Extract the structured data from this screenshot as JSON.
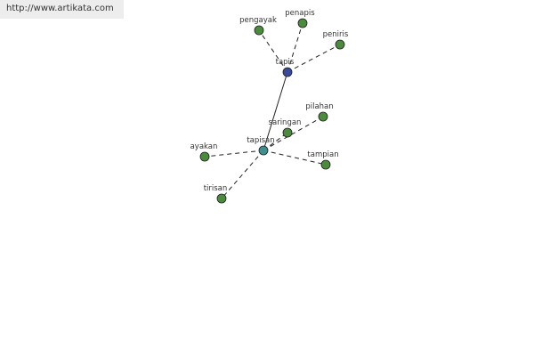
{
  "header": {
    "url": "http://www.artikata.com"
  },
  "graph": {
    "nodes": [
      {
        "id": "tapis",
        "label": "tapis",
        "kind": "hub-primary",
        "color": "#3a4a9a"
      },
      {
        "id": "tapisan",
        "label": "tapisan",
        "kind": "hub-secondary",
        "color": "#3f8f8e"
      },
      {
        "id": "pengayak",
        "label": "pengayak",
        "kind": "leaf",
        "color": "#4c8a3e"
      },
      {
        "id": "penapis",
        "label": "penapis",
        "kind": "leaf",
        "color": "#4c8a3e"
      },
      {
        "id": "peniris",
        "label": "peniris",
        "kind": "leaf",
        "color": "#4c8a3e"
      },
      {
        "id": "pilahan",
        "label": "pilahan",
        "kind": "leaf",
        "color": "#4c8a3e"
      },
      {
        "id": "saringan",
        "label": "saringan",
        "kind": "leaf",
        "color": "#4c8a3e"
      },
      {
        "id": "ayakan",
        "label": "ayakan",
        "kind": "leaf",
        "color": "#4c8a3e"
      },
      {
        "id": "tampian",
        "label": "tampian",
        "kind": "leaf",
        "color": "#4c8a3e"
      },
      {
        "id": "tirisan",
        "label": "tirisan",
        "kind": "leaf",
        "color": "#4c8a3e"
      }
    ],
    "edges": [
      {
        "from": "tapis",
        "to": "tapisan",
        "style": "solid"
      },
      {
        "from": "tapis",
        "to": "pengayak",
        "style": "dashed"
      },
      {
        "from": "tapis",
        "to": "penapis",
        "style": "dashed"
      },
      {
        "from": "tapis",
        "to": "peniris",
        "style": "dashed"
      },
      {
        "from": "tapisan",
        "to": "pilahan",
        "style": "dashed"
      },
      {
        "from": "tapisan",
        "to": "saringan",
        "style": "dashed"
      },
      {
        "from": "tapisan",
        "to": "ayakan",
        "style": "dashed"
      },
      {
        "from": "tapisan",
        "to": "tampian",
        "style": "dashed"
      },
      {
        "from": "tapisan",
        "to": "tirisan",
        "style": "dashed"
      }
    ]
  }
}
